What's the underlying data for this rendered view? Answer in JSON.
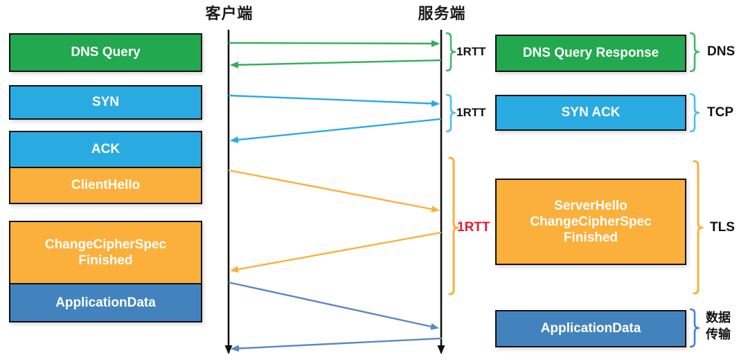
{
  "colors": {
    "green": "#22A84E",
    "green-arrow": "#2FAF58",
    "green-bright": "#3CBA66",
    "blue": "#29ABE2",
    "blue-bright": "#45C1F2",
    "yellow": "#FBB03C",
    "steel": "#4383BD",
    "steel-arrow": "#5B87C5",
    "steel-bright": "#3E83D9",
    "red": "#E8192C"
  },
  "header": {
    "client": "客户端",
    "server": "服务端"
  },
  "client_messages": [
    {
      "label": "DNS Query"
    },
    {
      "label": "SYN"
    },
    {
      "label": "ACK"
    },
    {
      "label": "ClientHello"
    },
    {
      "label": "ChangeCipherSpec\nFinished"
    },
    {
      "label": "ApplicationData"
    }
  ],
  "server_messages": [
    {
      "label": "DNS Query Response"
    },
    {
      "label": "SYN ACK"
    },
    {
      "label": "ServerHello\nChangeCipherSpec\nFinished"
    },
    {
      "label": "ApplicationData"
    }
  ],
  "rtt_labels": {
    "dns": "1RTT",
    "tcp": "1RTT",
    "tls": "1RTT"
  },
  "phase_labels": {
    "dns": "DNS",
    "tcp": "TCP",
    "tls": "TLS",
    "data": "数据\n传输"
  }
}
